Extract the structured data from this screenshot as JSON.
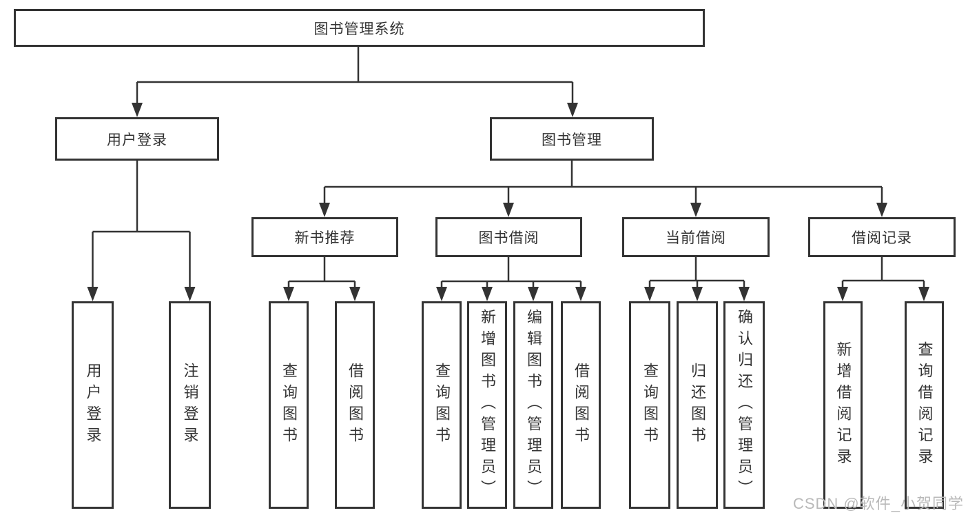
{
  "tree": {
    "root": "图书管理系统",
    "children": [
      {
        "label": "用户登录",
        "children": [
          "用户登录",
          "注销登录"
        ]
      },
      {
        "label": "图书管理",
        "children": [
          {
            "label": "新书推荐",
            "children": [
              "查询图书",
              "借阅图书"
            ]
          },
          {
            "label": "图书借阅",
            "children": [
              "查询图书",
              "新增图书（管理员）",
              "编辑图书（管理员）",
              "借阅图书"
            ]
          },
          {
            "label": "当前借阅",
            "children": [
              "查询图书",
              "归还图书",
              "确认归还（管理员）"
            ]
          },
          {
            "label": "借阅记录",
            "children": [
              "新增借阅记录",
              "查询借阅记录"
            ]
          }
        ]
      }
    ]
  },
  "watermark": "CSDN @软件_小贺同学",
  "colors": {
    "line": "#333333",
    "text": "#333333",
    "background": "#ffffff",
    "watermark": "#b9b9b9"
  }
}
